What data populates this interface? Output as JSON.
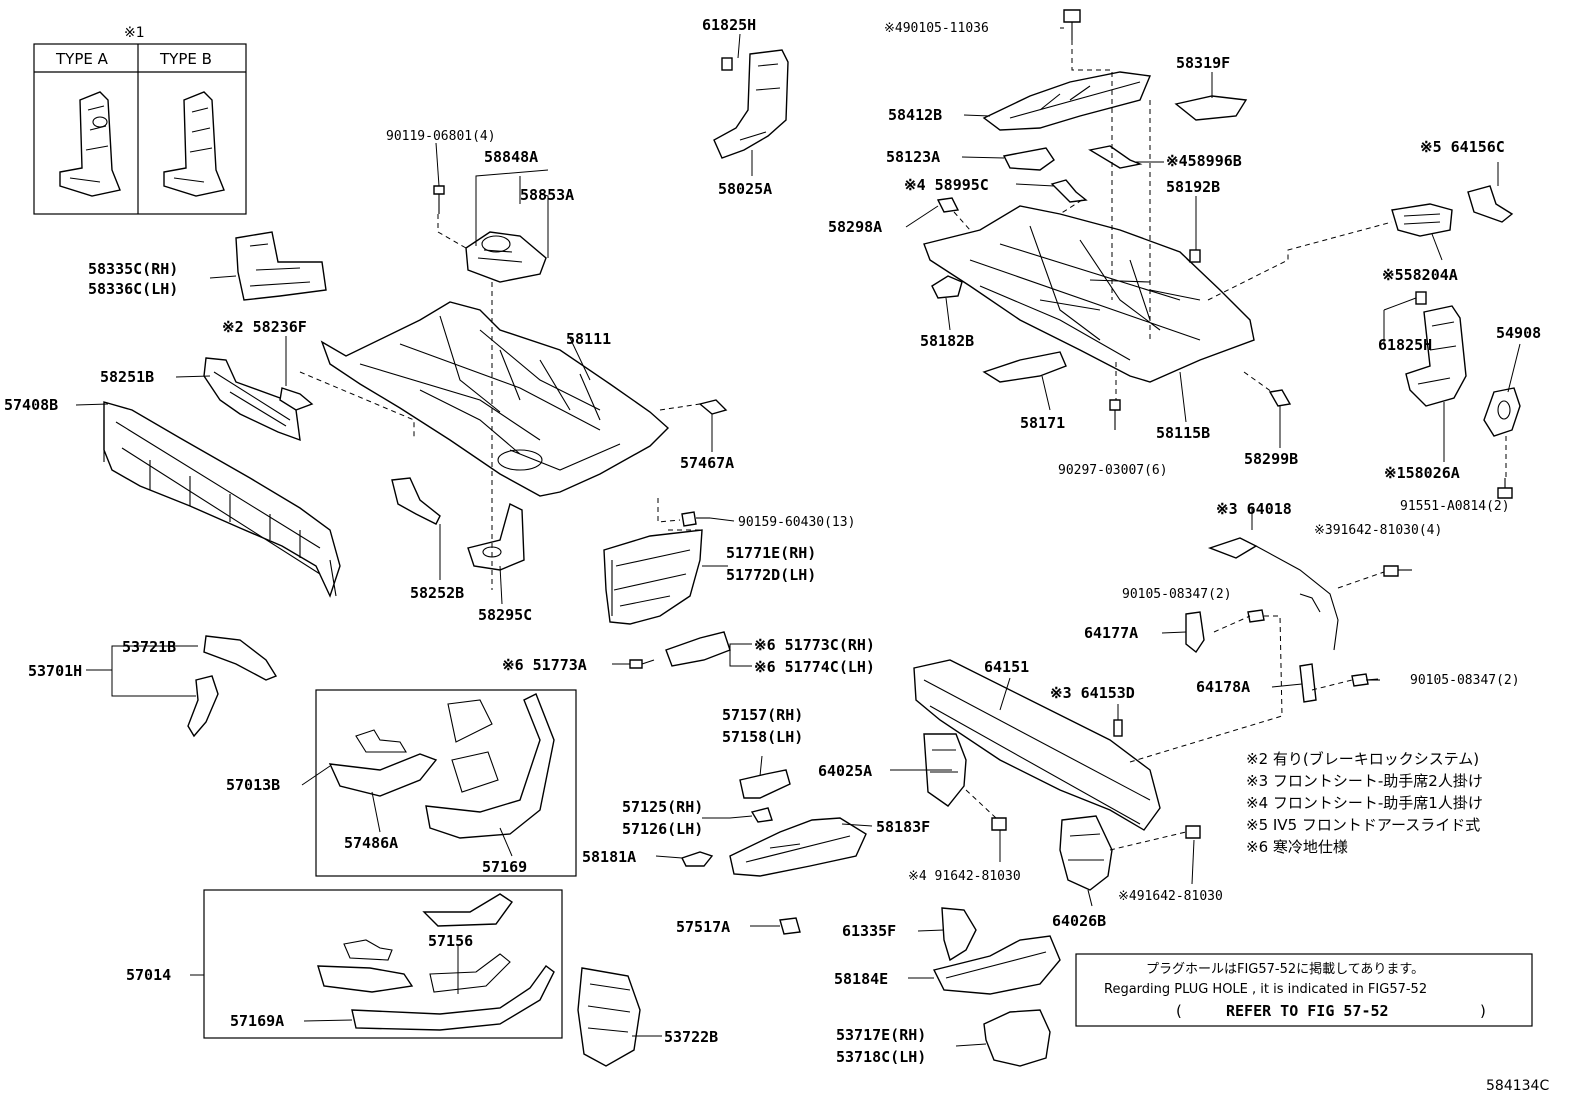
{
  "type_box": {
    "note": "※1",
    "type_a": "TYPE A",
    "type_b": "TYPE B"
  },
  "labels": {
    "p61825H_top": "61825H",
    "p58025A": "58025A",
    "p490105": "※490105-11036",
    "p58319F": "58319F",
    "p58412B": "58412B",
    "p58123A": "58123A",
    "p458996B": "※458996B",
    "p458995C": "※4 58995C",
    "p58192B": "58192B",
    "p564156C": "※5 64156C",
    "p58298A": "58298A",
    "p558204A": "※558204A",
    "p61825H_right": "61825H",
    "p54908": "54908",
    "p58182B": "58182B",
    "p58171": "58171",
    "p58115B": "58115B",
    "p58299B": "58299B",
    "p90297": "90297-03007(6)",
    "p158026A": "※158026A",
    "p91551": "91551-A0814(2)",
    "p90119": "90119-06801(4)",
    "p58848A": "58848A",
    "p58853A": "58853A",
    "p58335C": "58335C(RH)",
    "p58336C": "58336C(LH)",
    "p258236F": "※2 58236F",
    "p58111": "58111",
    "p58251B": "58251B",
    "p57408B": "57408B",
    "p57467A": "57467A",
    "p90159": "90159-60430(13)",
    "p51771E": "51771E(RH)",
    "p51772D": "51772D(LH)",
    "p58252B": "58252B",
    "p58295C": "58295C",
    "p364018": "※3 64018",
    "p391642": "※391642-81030(4)",
    "p90105_a": "90105-08347(2)",
    "p64177A": "64177A",
    "p64178A": "64178A",
    "p90105_b": "90105-08347(2)",
    "p53721B": "53721B",
    "p53701H": "53701H",
    "p651773A": "※6 51773A",
    "p651773C": "※6 51773C(RH)",
    "p651774C": "※6 51774C(LH)",
    "p64151": "64151",
    "p364153D": "※3 64153D",
    "p57013B": "57013B",
    "p57486A": "57486A",
    "p57169": "57169",
    "p57157": "57157(RH)",
    "p57158": "57158(LH)",
    "p64025A": "64025A",
    "p57125": "57125(RH)",
    "p57126": "57126(LH)",
    "p58183F": "58183F",
    "p58181A": "58181A",
    "p491642_a": "※4 91642-81030",
    "p491642_b": "※491642-81030",
    "p64026B": "64026B",
    "p57517A": "57517A",
    "p57014": "57014",
    "p57156": "57156",
    "p57169A": "57169A",
    "p53722B": "53722B",
    "p61335F": "61335F",
    "p58184E": "58184E",
    "p53717E": "53717E(RH)",
    "p53718C": "53718C(LH)"
  },
  "notes": {
    "n2": "※2 有り(ブレーキロックシステム)",
    "n3": "※3 フロントシート-助手席2人掛け",
    "n4": "※4 フロントシート-助手席1人掛け",
    "n5": "※5 IV5 フロントドアースライド式",
    "n6": "※6 寒冷地仕様"
  },
  "refer_box": {
    "line1": "プラグホールはFIG57-52に掲載してあります。",
    "line2": "Regarding PLUG HOLE , it is indicated in FIG57-52",
    "open": "(",
    "line3": "REFER TO FIG 57-52",
    "close": ")"
  },
  "figure_id": "584134C"
}
